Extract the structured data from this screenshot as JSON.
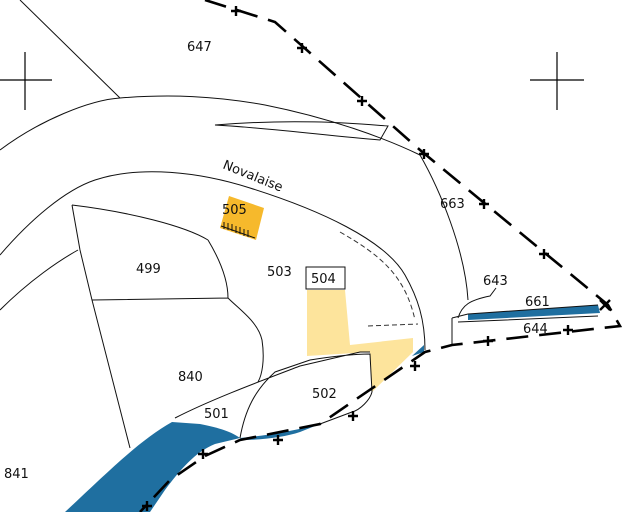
{
  "colors": {
    "water": "#1f6fa0",
    "building_light": "#fde49c",
    "building_dark": "#f6b92c",
    "line": "#111111",
    "boundary": "#000000",
    "background": "#ffffff"
  },
  "street": {
    "name": "Novalaise"
  },
  "parcels": {
    "p647": "647",
    "p663": "663",
    "p505": "505",
    "p499": "499",
    "p503": "503",
    "p504": "504",
    "p643": "643",
    "p661": "661",
    "p644": "644",
    "p840": "840",
    "p502": "502",
    "p501": "501",
    "p841": "841"
  },
  "icons": {
    "grid_cross": "grid-cross-icon",
    "boundary_cross": "boundary-cross-icon"
  }
}
